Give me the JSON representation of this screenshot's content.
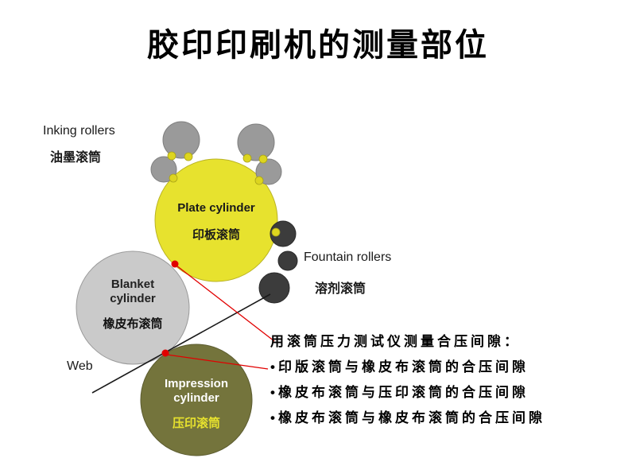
{
  "title": "胶印印刷机的测量部位",
  "colors": {
    "plate_yellow": "#e7e22e",
    "inking_gray": "#9a9a9a",
    "fountain_dark": "#3c3c3c",
    "blanket_gray": "#cacaca",
    "impression_olive": "#74743c",
    "dot_yellow": "#ddd51f",
    "red": "#e10000",
    "line_black": "#1a1a1a",
    "impression_label_yellow": "#e7e22e"
  },
  "labels": {
    "inking_rollers_en": "Inking rollers",
    "inking_rollers_zh": "油墨滚筒",
    "plate_cylinder_en": "Plate cylinder",
    "plate_cylinder_zh": "印板滚筒",
    "fountain_rollers_en": "Fountain rollers",
    "fountain_rollers_zh": "溶剂滚筒",
    "blanket_cylinder_en_line1": "Blanket",
    "blanket_cylinder_en_line2": "cylinder",
    "blanket_cylinder_zh": "橡皮布滚筒",
    "impression_cylinder_en_line1": "Impression",
    "impression_cylinder_en_line2": "cylinder",
    "impression_cylinder_zh": "压印滚筒",
    "web": "Web"
  },
  "notes": {
    "header": "用滚筒压力测试仪测量合压间隙：",
    "bullets": [
      "•印版滚筒与橡皮布滚筒的合压间隙",
      "•橡皮布滚筒与压印滚筒的合压间隙",
      "•橡皮布滚筒与橡皮布滚筒的合压间隙"
    ]
  }
}
